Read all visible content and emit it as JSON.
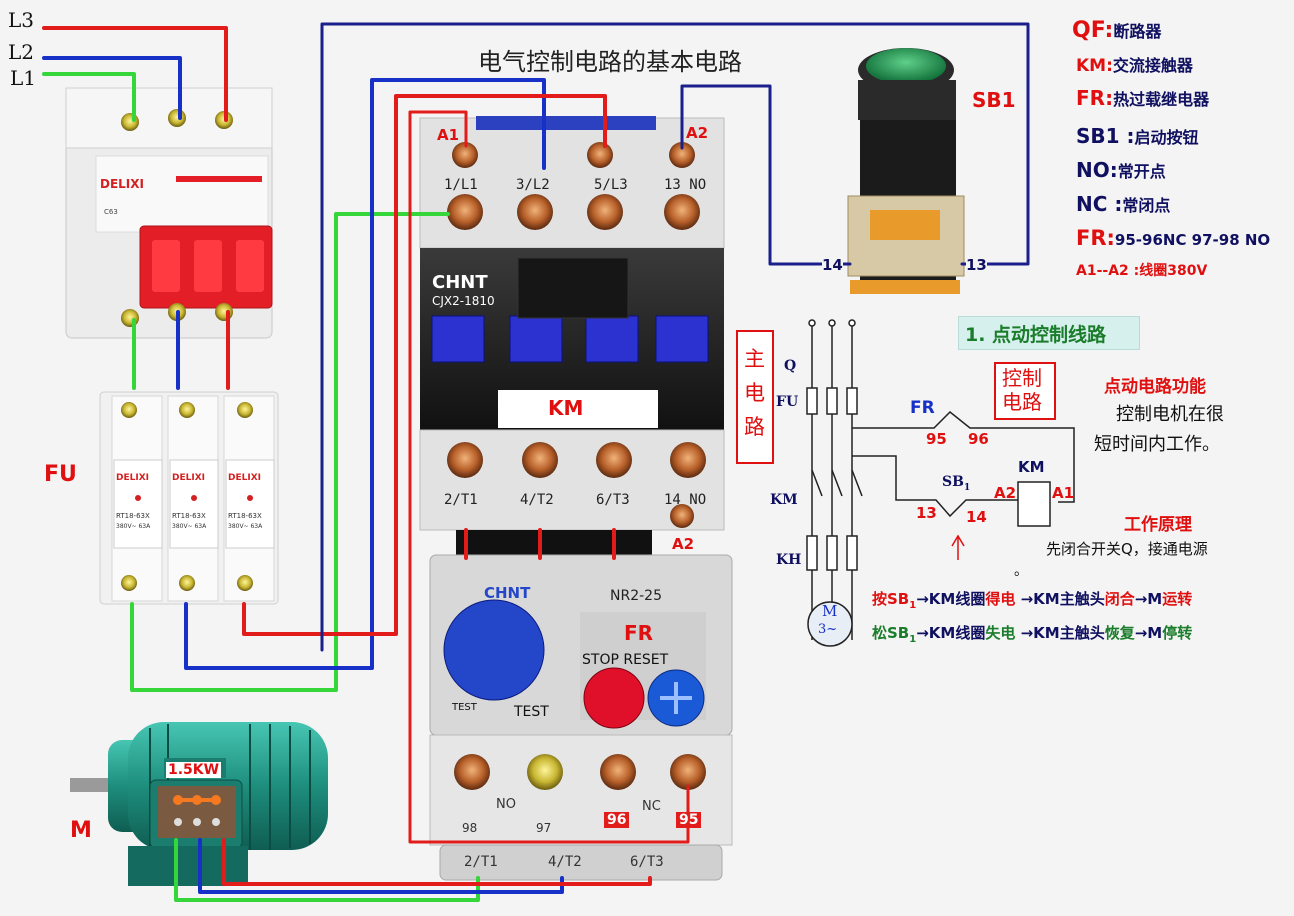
{
  "title": "电气控制电路的基本电路",
  "lines": {
    "L3": "L3",
    "L2": "L2",
    "L1": "L1"
  },
  "legend": [
    {
      "key": "QF:",
      "val": "断路器"
    },
    {
      "key": "KM:",
      "val": "交流接触器"
    },
    {
      "key": "FR:",
      "val": "热过载继电器"
    },
    {
      "key": "SB1 :",
      "val": "启动按钮"
    },
    {
      "key": "NO:",
      "val": "常开点"
    },
    {
      "key": "NC :",
      "val": "常闭点"
    },
    {
      "key": "FR:",
      "val": "95-96NC  97-98 NO"
    },
    {
      "key": "A1--A2 :",
      "val": "线圈380V"
    }
  ],
  "breaker": {
    "brand": "DELIXI",
    "model": "C63"
  },
  "fuse": {
    "label": "FU",
    "brand": "DELIXI",
    "model": "RT18-63X",
    "rating": "380V~ 63A"
  },
  "contactor": {
    "brand": "CHNT",
    "model": "CJX2-1810",
    "label": "KM",
    "coil_a1": "A1",
    "coil_a2_top": "A2",
    "coil_a2_bottom": "A2",
    "top_terminals": [
      "1/L1",
      "3/L2",
      "5/L3",
      "13 NO"
    ],
    "bottom_terminals": [
      "2/T1",
      "4/T2",
      "6/T3",
      "14 NO"
    ]
  },
  "button": {
    "label": "SB1",
    "t14": "14",
    "t13": "13"
  },
  "relay": {
    "brand": "CHNT",
    "model": "NR2-25",
    "label": "FR",
    "stop_reset": "STOP RESET",
    "test": "TEST",
    "test_small": "TEST",
    "no": "NO",
    "nc": "NC",
    "t98": "98",
    "t97": "97",
    "t96": "96",
    "t95": "95",
    "bottom_terminals": [
      "2/T1",
      "4/T2",
      "6/T3"
    ]
  },
  "motor": {
    "label": "M",
    "power": "1.5KW"
  },
  "schematic": {
    "section_title": "1. 点动控制线路",
    "main_circuit": "主电路",
    "control_circuit": "控制电路",
    "q": "Q",
    "fu": "FU",
    "km": "KM",
    "kh": "KH",
    "motor_m": "M",
    "motor_3": "3~",
    "fr": "FR",
    "fr_95": "95",
    "fr_96": "96",
    "sb": "SB",
    "sb_sub": "1",
    "sb_13": "13",
    "sb_14": "14",
    "coil_km": "KM",
    "coil_a2": "A2",
    "coil_a1": "A1"
  },
  "function": {
    "title": "点动电路功能",
    "line1": "控制电机在很",
    "line2": "短时间内工作。"
  },
  "principle": {
    "title": "工作原理",
    "line1": "先闭合开关Q，接通电源",
    "dot": "。",
    "press": [
      {
        "t": "按SB",
        "c": "#e01010"
      },
      {
        "t": "1",
        "c": "#e01010",
        "sub": true
      },
      {
        "t": "→KM线圈",
        "c": "#101060"
      },
      {
        "t": "得电",
        "c": "#e01010"
      },
      {
        "t": " →KM主触头",
        "c": "#101060"
      },
      {
        "t": "闭合",
        "c": "#e01010"
      },
      {
        "t": "→M",
        "c": "#101060"
      },
      {
        "t": "运转",
        "c": "#e01010"
      }
    ],
    "release": [
      {
        "t": "松SB",
        "c": "#1b7d2b"
      },
      {
        "t": "1",
        "c": "#1b7d2b",
        "sub": true
      },
      {
        "t": "→KM线圈",
        "c": "#101060"
      },
      {
        "t": "失电",
        "c": "#1b7d2b"
      },
      {
        "t": " →KM主触头",
        "c": "#101060"
      },
      {
        "t": "恢复",
        "c": "#1b7d2b"
      },
      {
        "t": "→M",
        "c": "#101060"
      },
      {
        "t": "停转",
        "c": "#1b7d2b"
      }
    ]
  },
  "colors": {
    "red_wire": "#e21b1b",
    "blue_wire": "#1630c8",
    "green_wire": "#34d63a",
    "navy_wire": "#1a1f8c",
    "accent_red": "#e01010",
    "navy_text": "#101060"
  }
}
